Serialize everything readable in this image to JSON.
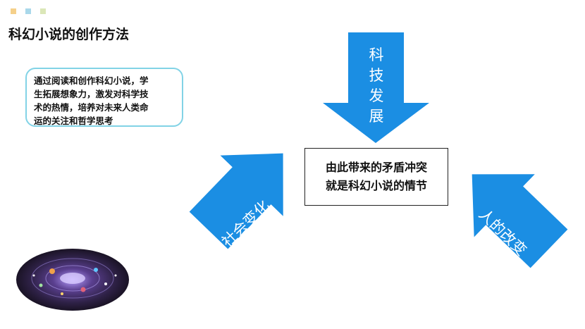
{
  "slide": {
    "title": "科幻小说的创作方法",
    "decor_dot_colors": [
      "#f5d08a",
      "#a9d8ea",
      "#dbe7b8"
    ]
  },
  "note": {
    "lines": [
      "通过阅读和创作科幻小说，学",
      "生拓展想象力，激发对科学技",
      "术的热情，培养对未来人类命",
      "运的关注和哲学思考"
    ]
  },
  "center_box": {
    "line1": "由此带来的矛盾冲突",
    "line2": "就是科幻小说的情节"
  },
  "arrows": {
    "top": [
      "科",
      "技",
      "发",
      "展"
    ],
    "left": "社会变化",
    "right": "人的改变",
    "color": "#1b8ee3"
  },
  "image": {
    "icon": "galaxy-illustration"
  }
}
